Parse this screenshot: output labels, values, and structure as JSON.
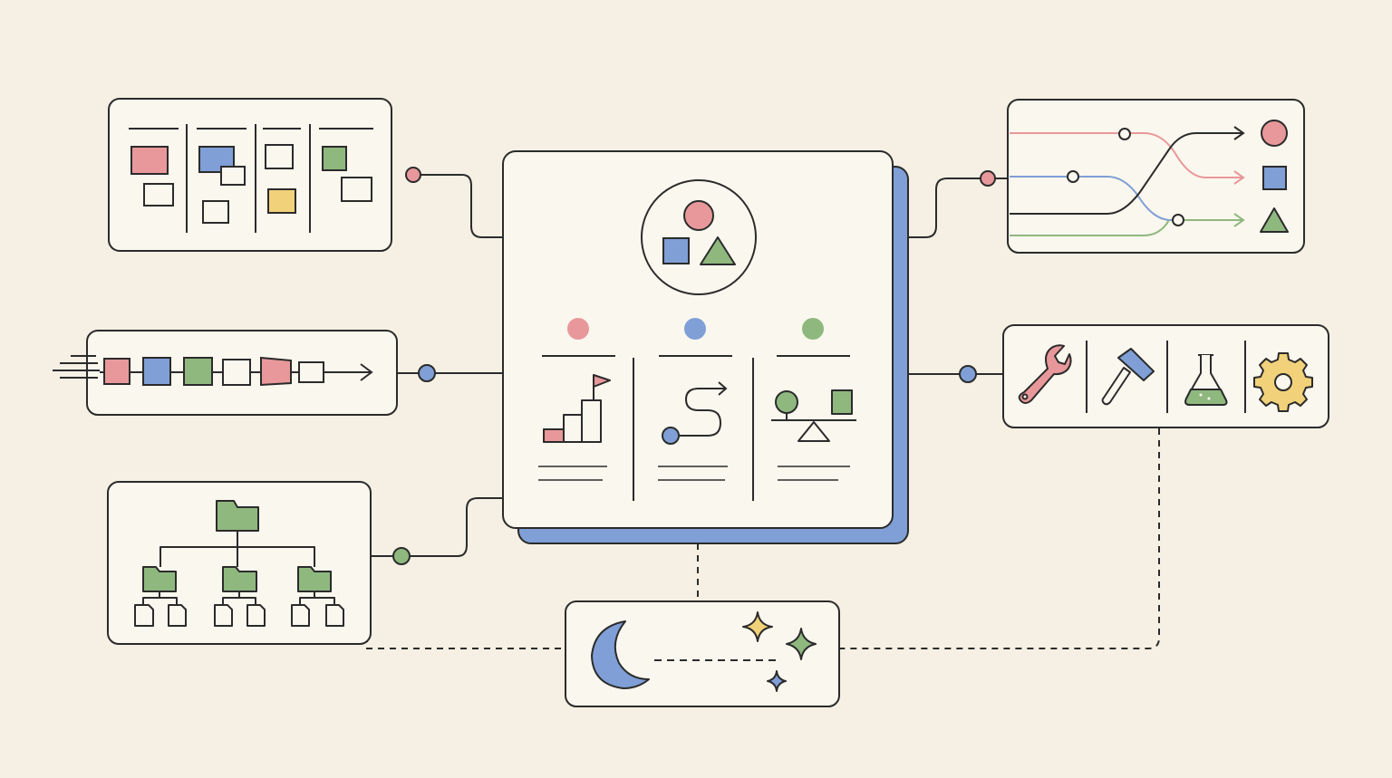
{
  "colors": {
    "background": "#f5f0e3",
    "panel": "#faf7ee",
    "ink": "#2b2b2b",
    "red": "#e8989a",
    "blue": "#7f9fd6",
    "green": "#8fb87f",
    "yellow": "#f1d27a",
    "accent_blue_shadow": "#7f9fd6"
  },
  "hub": {
    "emblem_shapes": [
      "circle-icon",
      "square-icon",
      "triangle-icon"
    ],
    "columns": [
      {
        "dot": "red",
        "icon": "staircase-flag-icon"
      },
      {
        "dot": "blue",
        "icon": "winding-path-icon"
      },
      {
        "dot": "green",
        "icon": "balance-scale-icon"
      }
    ]
  },
  "panels": {
    "kanban": {
      "icon": "kanban-board-icon",
      "columns": 4,
      "connector": "red"
    },
    "pipeline": {
      "icon": "pipeline-queue-icon",
      "items": [
        "red",
        "blue",
        "green",
        "blank",
        "red",
        "blank"
      ],
      "connector": "blue"
    },
    "hierarchy": {
      "icon": "folder-tree-icon",
      "connector": "green"
    },
    "routing": {
      "icon": "routing-lines-icon",
      "outputs": [
        "circle-icon",
        "square-icon",
        "triangle-icon"
      ],
      "connector": "red"
    },
    "tools": {
      "icons": [
        "wrench-icon",
        "hammer-icon",
        "flask-icon",
        "gear-icon"
      ],
      "connector": "blue"
    },
    "night": {
      "icons": [
        "moon-icon",
        "sparkle-icon",
        "sparkle-icon",
        "sparkle-icon"
      ]
    }
  }
}
